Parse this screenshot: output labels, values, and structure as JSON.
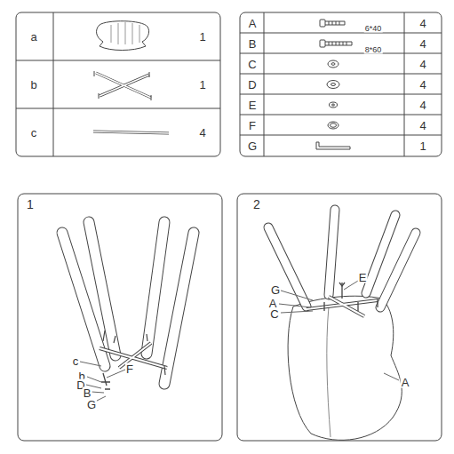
{
  "diagram": {
    "labels": [
      "a",
      "1",
      "b",
      "1",
      "c",
      "4",
      "A",
      "6*40",
      "4",
      "B",
      "8*60",
      "4",
      "C",
      "4",
      "D",
      "4",
      "E",
      "4",
      "F",
      "4",
      "G",
      "1",
      "1",
      "c",
      "F",
      "b",
      "D",
      "B",
      "G",
      "2",
      "G",
      "E",
      "A",
      "C",
      "A"
    ]
  }
}
